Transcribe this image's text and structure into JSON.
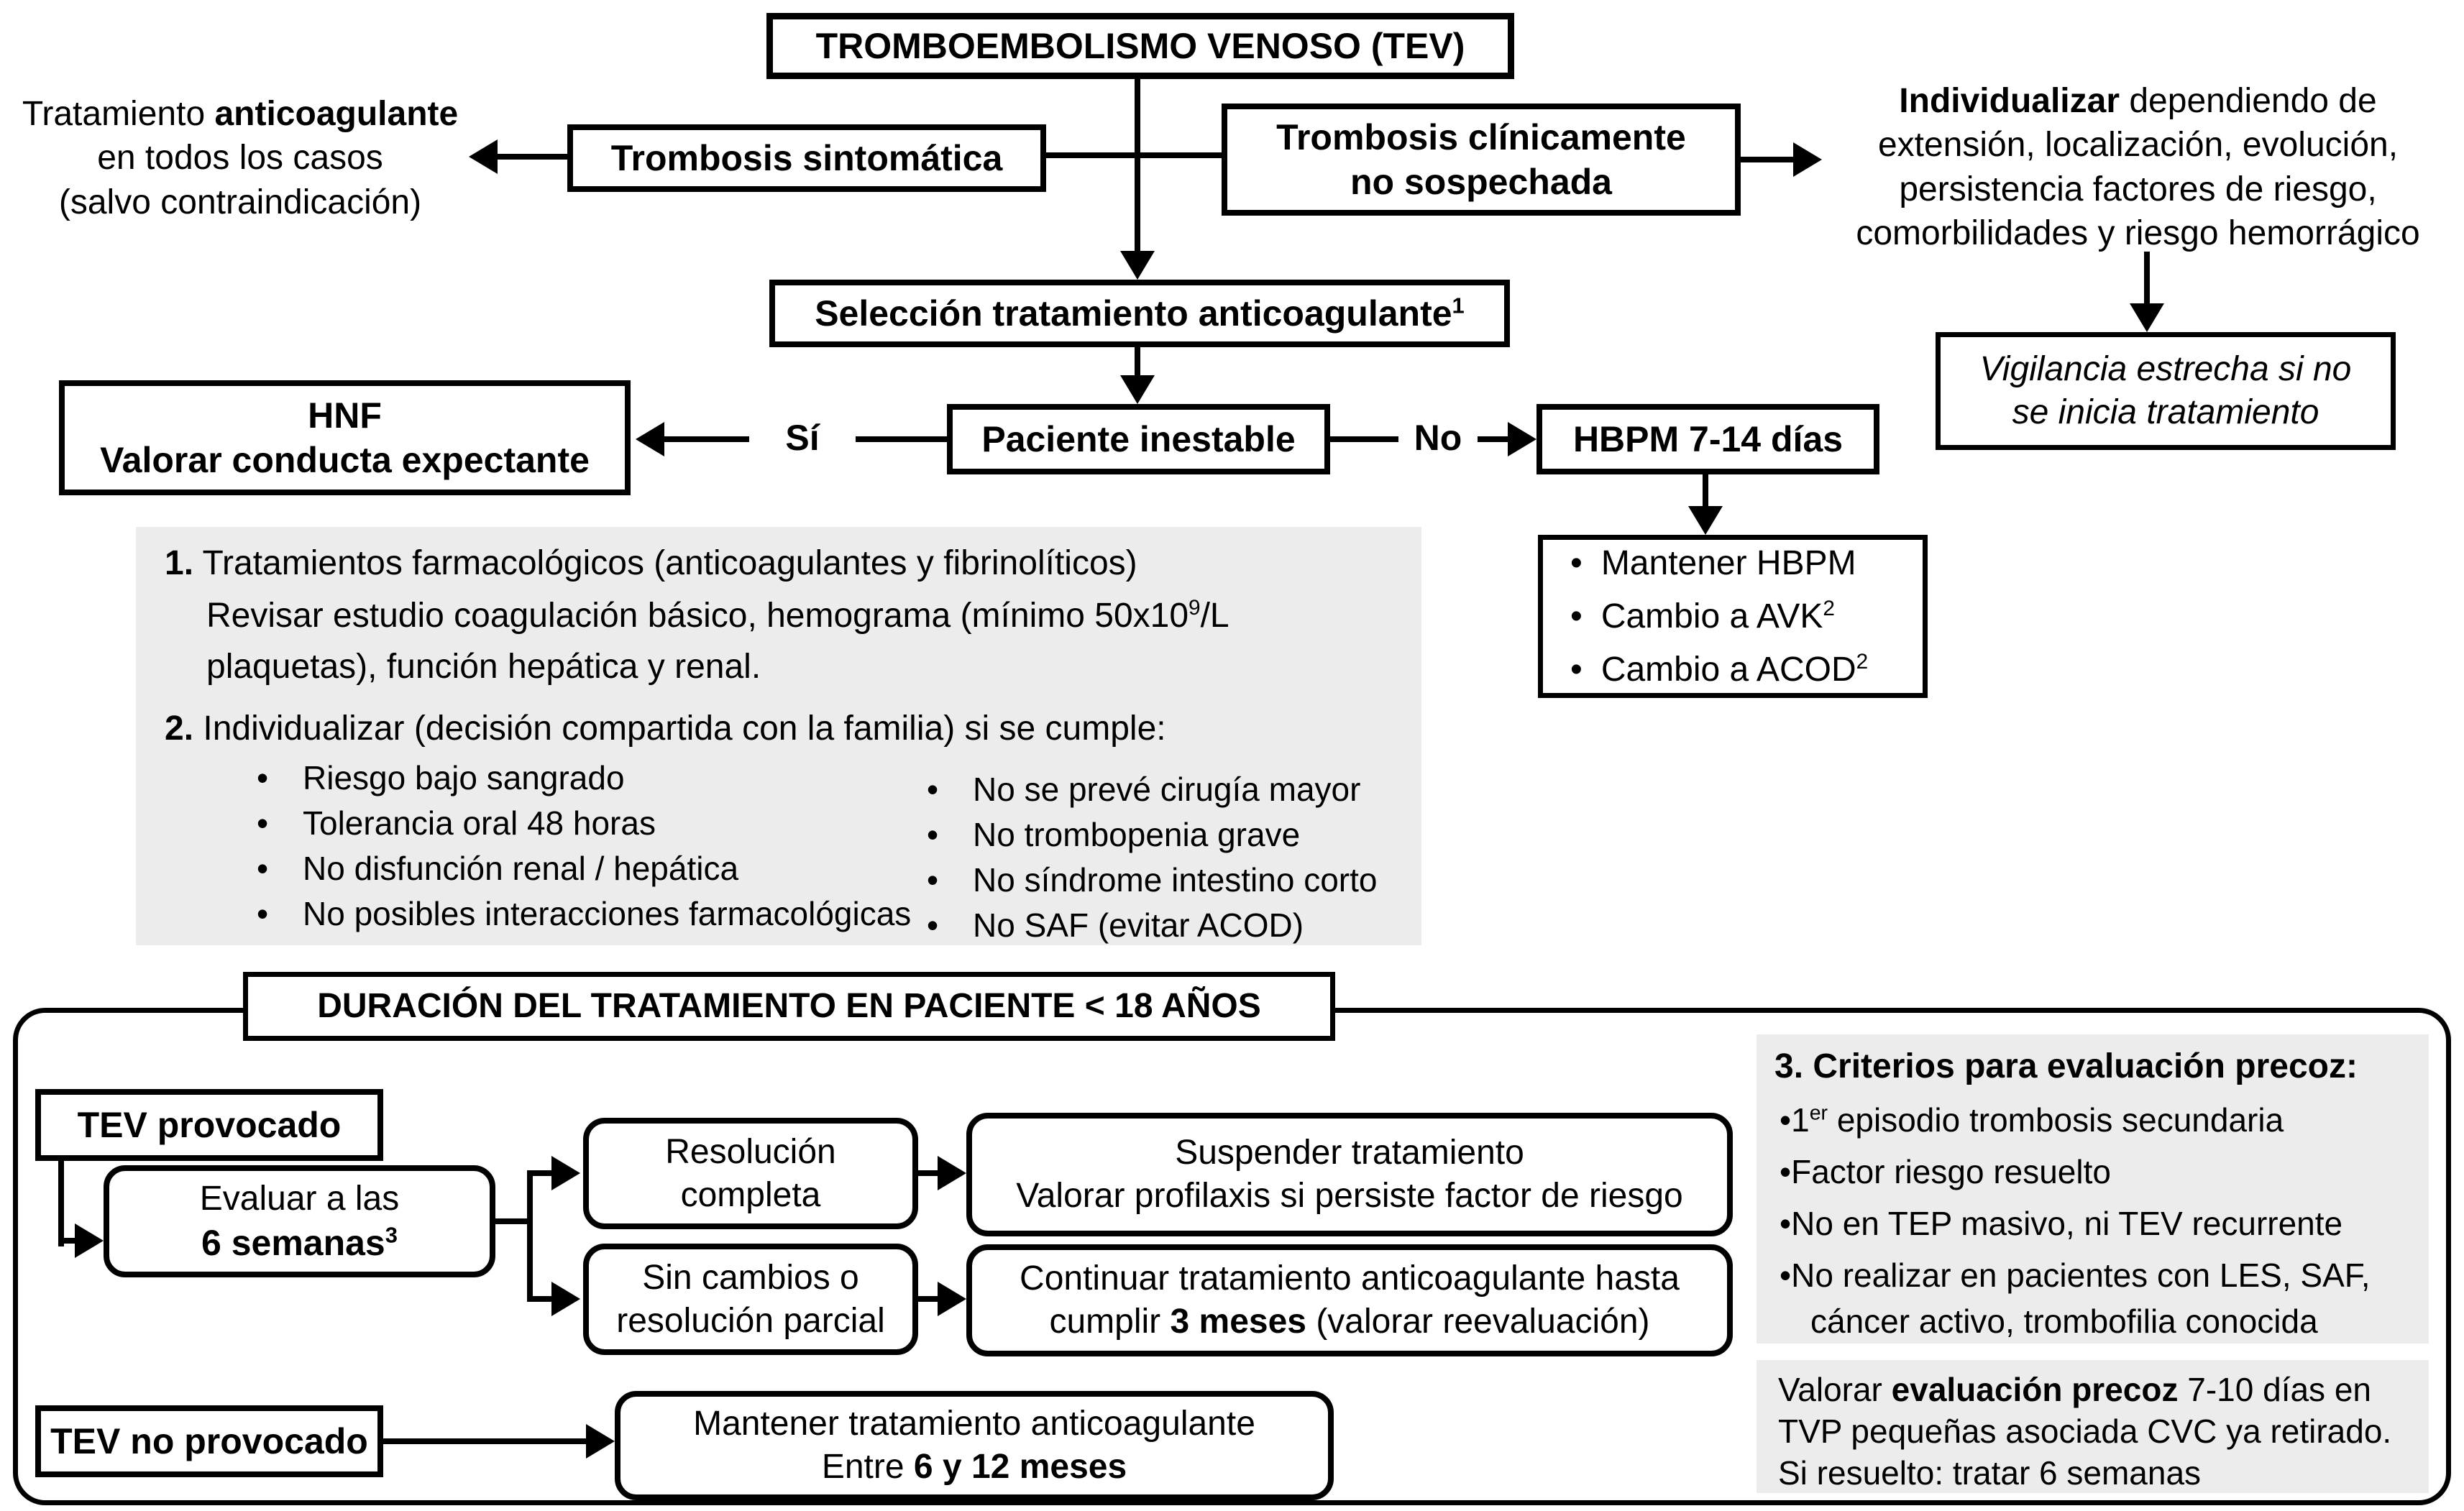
{
  "colors": {
    "panel_gray": "#ececec",
    "line_black": "#000000",
    "background": "#ffffff"
  },
  "header": {
    "title": "TROMBOEMBOLISMO VENOSO (TEV)"
  },
  "top_flow": {
    "left_note_line1_normal": "Tratamiento ",
    "left_note_line1_bold": "anticoagulante",
    "left_note_line2": "en todos los casos",
    "left_note_line3": "(salvo contraindicación)",
    "symptomatic_box": "Trombosis sintomática",
    "unsuspected_box_line1": "Trombosis clínicamente",
    "unsuspected_box_line2": "no sospechada",
    "right_note_bold": "Individualizar",
    "right_note_line1_rest": " dependiendo de",
    "right_note_line2": "extensión, localización, evolución,",
    "right_note_line3": "persistencia factores de riesgo,",
    "right_note_line4": "comorbilidades y riesgo hemorrágico",
    "vigilance_box_line1": "Vigilancia estrecha si no",
    "vigilance_box_line2": "se inicia tratamiento",
    "selection_box_text": "Selección tratamiento anticoagulante",
    "selection_box_sup": "1",
    "unstable_box": "Paciente inestable",
    "label_yes": "Sí",
    "label_no": "No",
    "hnf_box_line1": "HNF",
    "hnf_box_line2": "Valorar conducta expectante",
    "hbpm_box": "HBPM 7-14 días",
    "bullet_char": "•",
    "maintain_box_items": [
      {
        "text": "Mantener HBPM",
        "sup": ""
      },
      {
        "text": "Cambio a AVK",
        "sup": "2"
      },
      {
        "text": "Cambio a ACOD",
        "sup": "2"
      }
    ]
  },
  "footnotes_panel": {
    "item1_number": "1.",
    "item1_line1": " Tratamientos farmacológicos (anticoagulantes y fibrinolíticos)",
    "item1_line2_pre": "Revisar estudio coagulación básico, hemograma (mínimo 50x10",
    "item1_line2_sup": "9",
    "item1_line2_post": "/L",
    "item1_line3": "plaquetas), función hepática y renal.",
    "item2_number": "2.",
    "item2_line1": " Individualizar (decisión compartida con la familia) si se cumple:",
    "bullets_left": [
      "Riesgo bajo sangrado",
      "Tolerancia oral 48 horas",
      "No disfunción renal / hepática",
      "No posibles interacciones farmacológicas"
    ],
    "bullets_right": [
      "No se prevé cirugía mayor",
      "No trombopenia grave",
      "No síndrome intestino corto",
      "No SAF (evitar ACOD)"
    ]
  },
  "duration_section": {
    "header": "DURACIÓN DEL TRATAMIENTO EN PACIENTE < 18 AÑOS",
    "provoked_box": "TEV provocado",
    "evaluate_box_line1": "Evaluar a las",
    "evaluate_box_line2_bold": "6 semanas",
    "evaluate_box_sup": "3",
    "resolution_box_line1": "Resolución",
    "resolution_box_line2": "completa",
    "no_change_box_line1": "Sin cambios o",
    "no_change_box_line2": "resolución parcial",
    "suspend_box_line1": "Suspender tratamiento",
    "suspend_box_line2": "Valorar profilaxis si persiste factor de riesgo",
    "continue_box_line1": "Continuar tratamiento anticoagulante hasta",
    "continue_box_line2_pre": "cumplir ",
    "continue_box_line2_bold": "3 meses",
    "continue_box_line2_post": " (valorar reevaluación)",
    "unprovoked_box": "TEV no provocado",
    "maintain_box_line1": "Mantener tratamiento anticoagulante",
    "maintain_box_line2_pre": "Entre ",
    "maintain_box_line2_bold": "6 y 12 meses",
    "criteria_panel": {
      "title": "3. Criterios para evaluación precoz:",
      "bullet_char": "•",
      "b1_pre": "1",
      "b1_sup": "er",
      "b1_post": " episodio trombosis secundaria",
      "b2": "Factor riesgo resuelto",
      "b3": "No en TEP masivo, ni TEV recurrente",
      "b4_line1": "No realizar en pacientes con LES, SAF,",
      "b4_line2": "cáncer activo, trombofilia conocida"
    },
    "early_eval_panel": {
      "line1_pre": "Valorar ",
      "line1_bold": "evaluación precoz",
      "line1_post": " 7-10 días en",
      "line2": "TVP pequeñas asociada CVC ya retirado.",
      "line3": "Si resuelto: tratar 6 semanas"
    }
  }
}
